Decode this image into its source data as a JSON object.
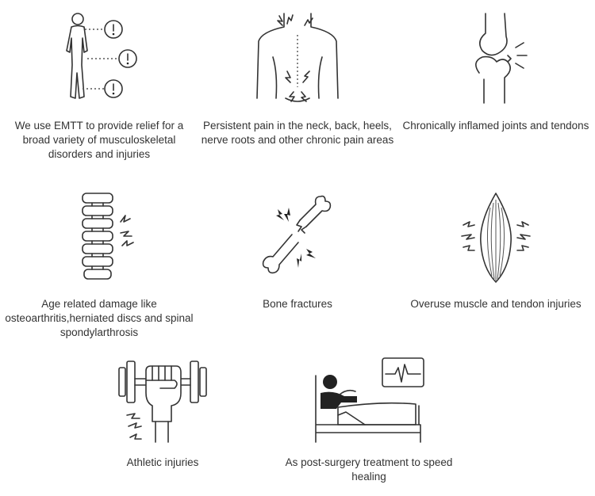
{
  "colors": {
    "icon_stroke": "#333333",
    "text": "#333333",
    "background": "#ffffff"
  },
  "items": [
    {
      "icon": "walking-man-alert-icon",
      "caption": "We use EMTT to provide relief for a broad variety of musculoskeletal disorders and injuries"
    },
    {
      "icon": "back-pain-icon",
      "caption": "Persistent pain in the neck, back, heels, nerve roots and other chronic pain areas"
    },
    {
      "icon": "knee-joint-icon",
      "caption": "Chronically inflamed joints and tendons"
    },
    {
      "icon": "spine-icon",
      "caption": "Age related damage like osteoarthritis,herniated discs and spinal spondylarthrosis"
    },
    {
      "icon": "broken-bone-icon",
      "caption": "Bone fractures"
    },
    {
      "icon": "muscle-icon",
      "caption": "Overuse muscle and tendon injuries"
    },
    {
      "icon": "dumbbell-fist-icon",
      "caption": "Athletic injuries"
    },
    {
      "icon": "hospital-bed-icon",
      "caption": "As post-surgery treatment to speed healing"
    }
  ]
}
